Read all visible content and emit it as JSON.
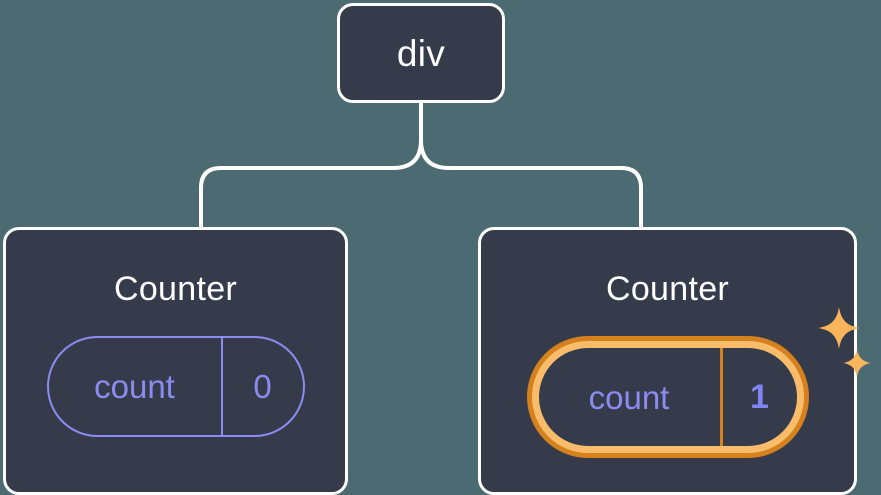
{
  "diagram": {
    "title": "component-tree",
    "background_color": "#4C6A72",
    "node_fill": "#353B4A",
    "node_border": "#FFFFFF",
    "connector_color": "#FFFFFF",
    "state_color": "#8B8BF0",
    "highlight_outer_color": "#D4811E",
    "highlight_inner_color": "#F9BC6A",
    "sparkle_color": "#F9B45C"
  },
  "root": {
    "label": "div"
  },
  "children": [
    {
      "title": "Counter",
      "state": {
        "key": "count",
        "value": "0"
      },
      "highlighted": false
    },
    {
      "title": "Counter",
      "state": {
        "key": "count",
        "value": "1"
      },
      "highlighted": true,
      "sparkles": 2
    }
  ]
}
